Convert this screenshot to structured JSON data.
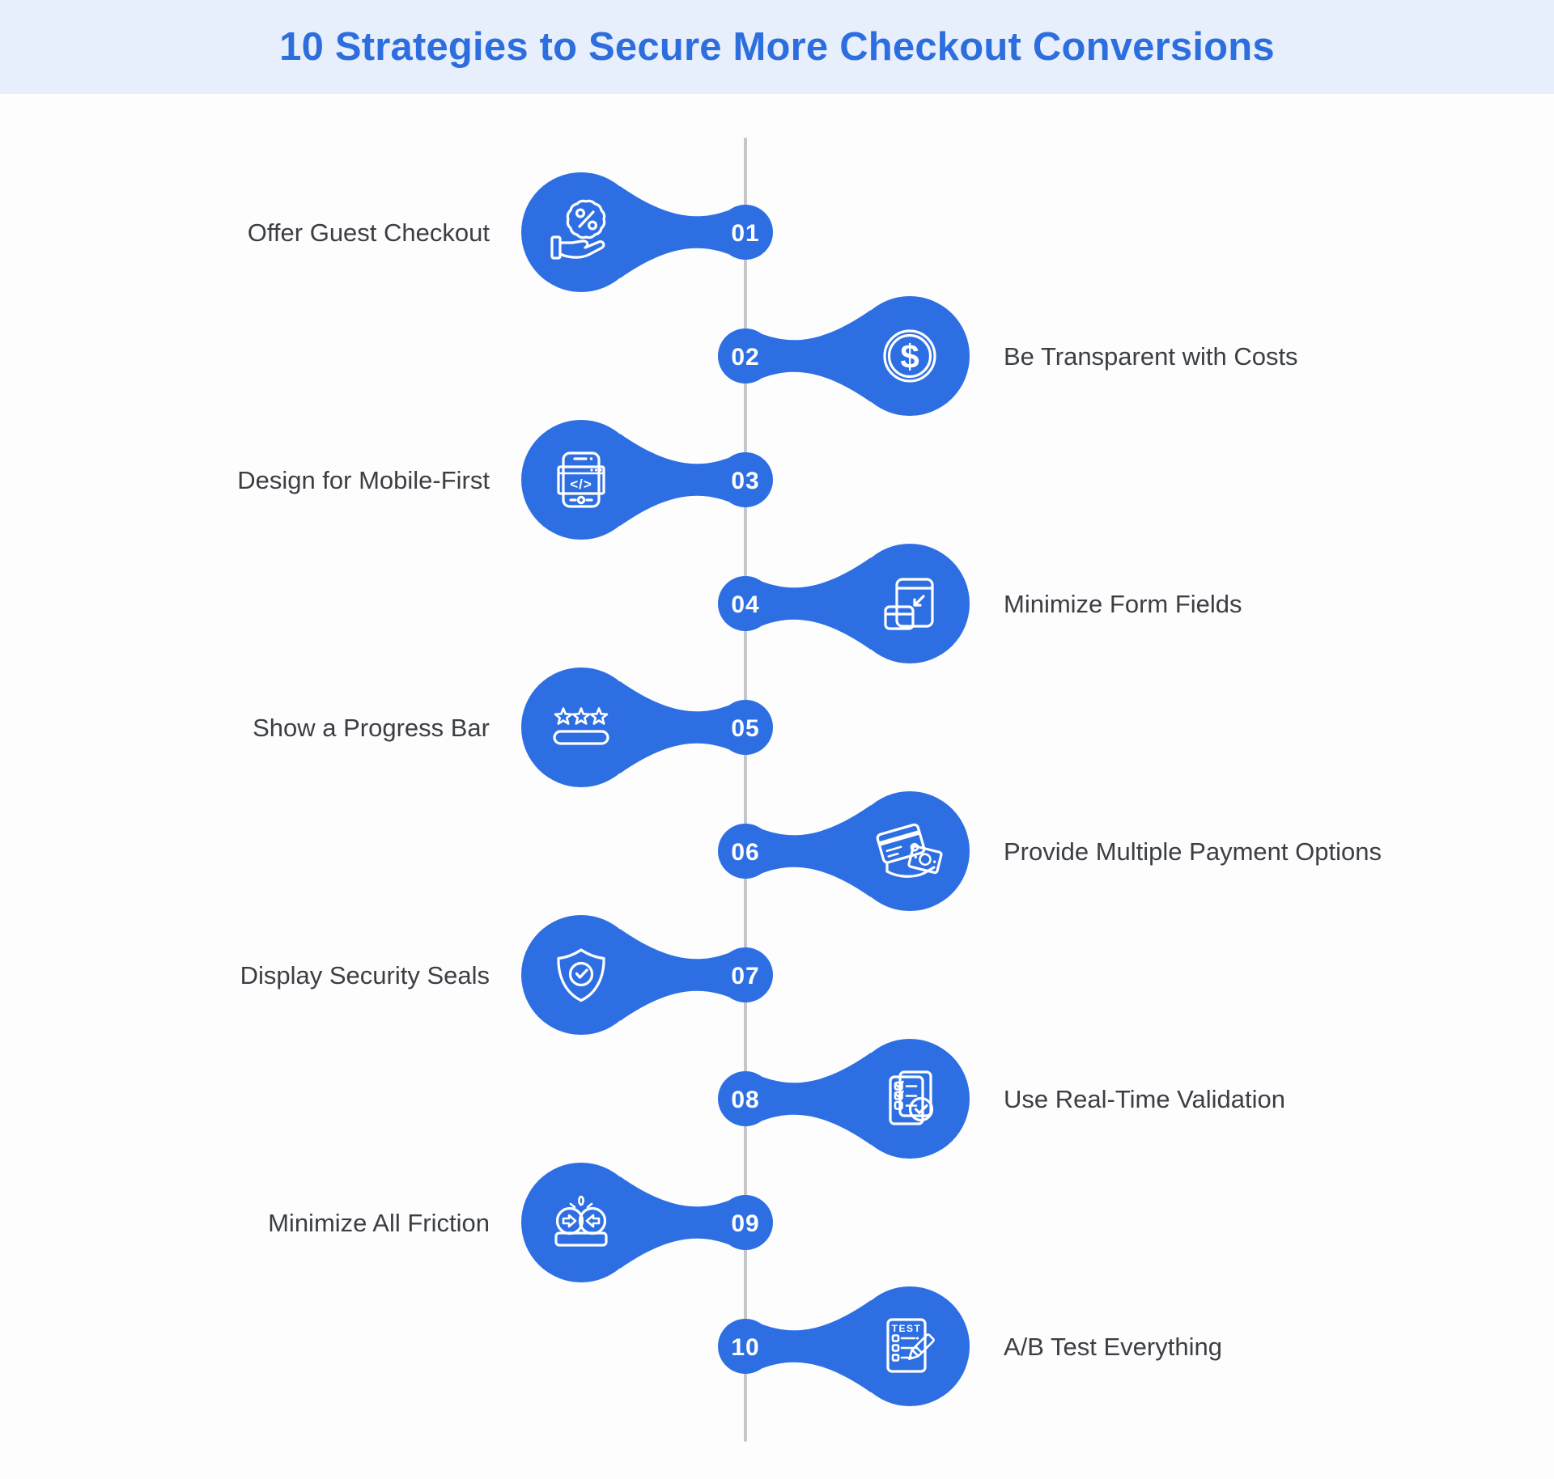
{
  "header": {
    "title": "10 Strategies to Secure More Checkout Conversions"
  },
  "timeline": {
    "items": [
      {
        "number": "01",
        "label": "Offer Guest Checkout",
        "side": "left",
        "icon": "discount-hand-icon"
      },
      {
        "number": "02",
        "label": "Be Transparent with Costs",
        "side": "right",
        "icon": "dollar-circle-icon"
      },
      {
        "number": "03",
        "label": "Design for Mobile-First",
        "side": "left",
        "icon": "mobile-code-icon"
      },
      {
        "number": "04",
        "label": "Minimize Form Fields",
        "side": "right",
        "icon": "minimize-window-icon"
      },
      {
        "number": "05",
        "label": "Show a Progress Bar",
        "side": "left",
        "icon": "progress-stars-icon"
      },
      {
        "number": "06",
        "label": "Provide Multiple Payment Options",
        "side": "right",
        "icon": "payment-options-icon"
      },
      {
        "number": "07",
        "label": "Display Security Seals",
        "side": "left",
        "icon": "shield-check-icon"
      },
      {
        "number": "08",
        "label": "Use Real-Time Validation",
        "side": "right",
        "icon": "checklist-validation-icon"
      },
      {
        "number": "09",
        "label": "Minimize All Friction",
        "side": "left",
        "icon": "friction-icon"
      },
      {
        "number": "10",
        "label": "A/B Test Everything",
        "side": "right",
        "icon": "ab-test-icon"
      }
    ]
  },
  "icon_glyphs": {
    "dollar": "$",
    "code": "</>",
    "test": "TEST"
  },
  "colors": {
    "accent_blue": "#2D6FE3",
    "title_blue": "#2D6EDF",
    "header_bg": "#E7EEFC",
    "line_gray": "#C5C6C8",
    "label_gray": "#3B3E43",
    "icon_white": "#FFFFFF"
  }
}
